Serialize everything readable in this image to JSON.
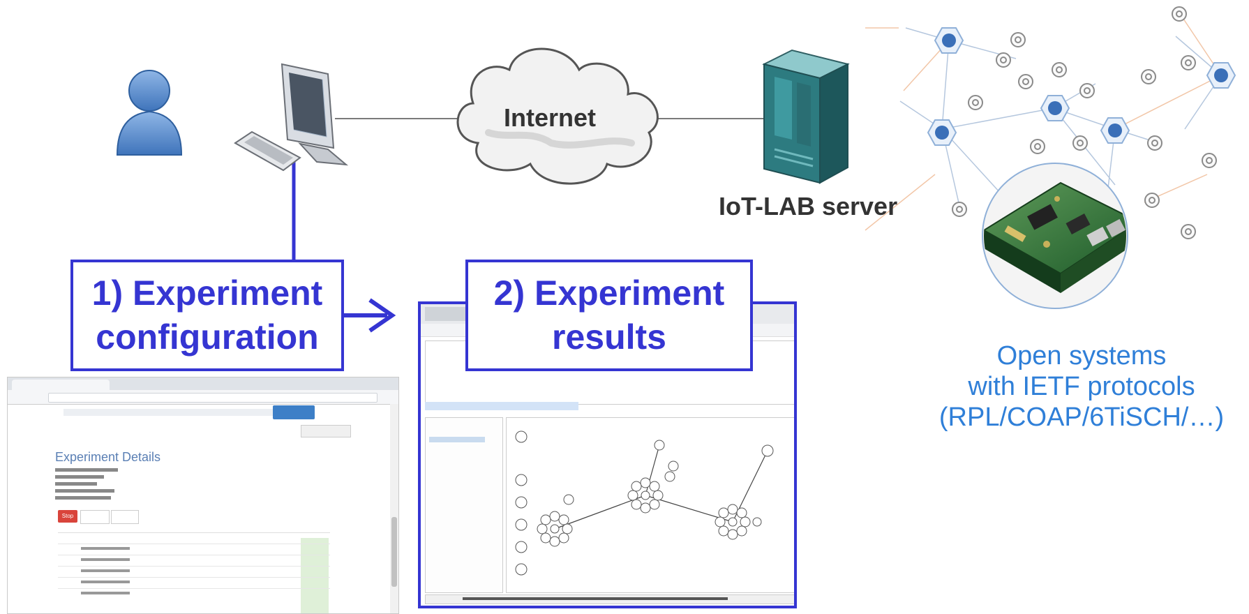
{
  "internet_label": "Internet",
  "server_label": "IoT-LAB server",
  "callout_config": {
    "line1": "1) Experiment",
    "line2": "configuration"
  },
  "callout_results": {
    "line1": "2) Experiment",
    "line2": "results"
  },
  "open_systems": {
    "line1": "Open systems",
    "line2": "with IETF protocols",
    "line3": "(RPL/COAP/6TiSCH/…)"
  },
  "colors": {
    "accent": "#3535d2",
    "caption": "#2f7fd8",
    "node": "#3a6fb8"
  },
  "icons": {
    "user": "user-icon",
    "computer": "desktop-computer-icon",
    "cloud": "cloud-icon",
    "server": "server-rack-icon",
    "board": "circuit-board-photo"
  },
  "browser_screenshot": {
    "title": "Experiment Details",
    "button_label": "Stop"
  }
}
